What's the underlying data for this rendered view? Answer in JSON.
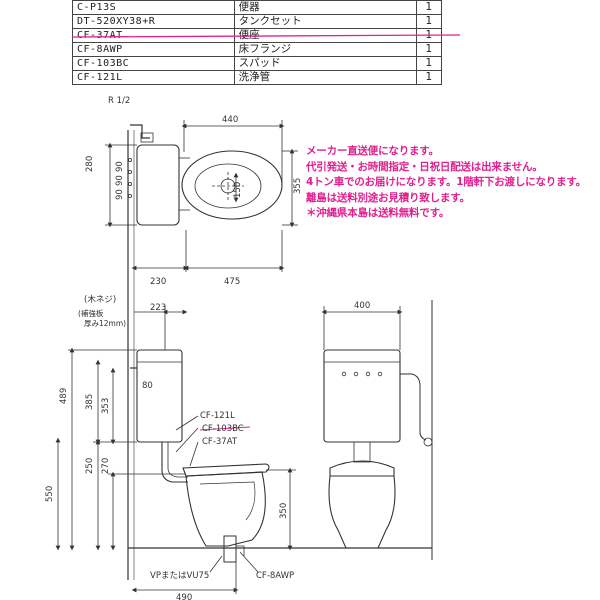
{
  "parts": [
    {
      "code": "C-P13S",
      "name": "便器",
      "qty": "1",
      "struck": false
    },
    {
      "code": "DT-520XY38+R",
      "name": "タンクセット",
      "qty": "1",
      "struck": false
    },
    {
      "code": "CF-37AT",
      "name": "便座",
      "qty": "1",
      "struck": true
    },
    {
      "code": "CF-8AWP",
      "name": "床フランジ",
      "qty": "1",
      "struck": false
    },
    {
      "code": "CF-103BC",
      "name": "スパッド",
      "qty": "1",
      "struck": false
    },
    {
      "code": "CF-121L",
      "name": "洗浄管",
      "qty": "1",
      "struck": false
    }
  ],
  "notice": [
    "メーカー直送便になります。",
    "代引発送・お時間指定・日祝日配送は出来ません。",
    "4トン車でのお届けになります。1階軒下お渡しになります。",
    "離島は送料別途お見積り致します。",
    "＊沖縄県本島は送料無料です。"
  ],
  "labels": {
    "r12": "R 1/2",
    "dim440": "440",
    "dim280": "280",
    "dim90a": "90",
    "dim90b": "90",
    "dim90c": "90",
    "dim355": "355",
    "dim150": "150",
    "dim230": "230",
    "dim475": "475",
    "dim223": "223",
    "dim400": "400",
    "hneji": "(木ネジ)",
    "kabe": "(補強板",
    "atsu": "厚み12mm)",
    "dim489": "489",
    "dim385": "385",
    "dim353": "353",
    "dim80": "80",
    "dim250": "250",
    "dim270": "270",
    "dim550": "550",
    "dim350": "350",
    "dim490": "490",
    "cf121l": "CF-121L",
    "cf103bc": "CF-103BC",
    "cf37at": "CF-37AT",
    "vp": "VPまたはVU75",
    "cf8awp": "CF-8AWP"
  },
  "colors": {
    "line": "#333333",
    "accent": "#e0208f",
    "fill": "#ffffff"
  }
}
